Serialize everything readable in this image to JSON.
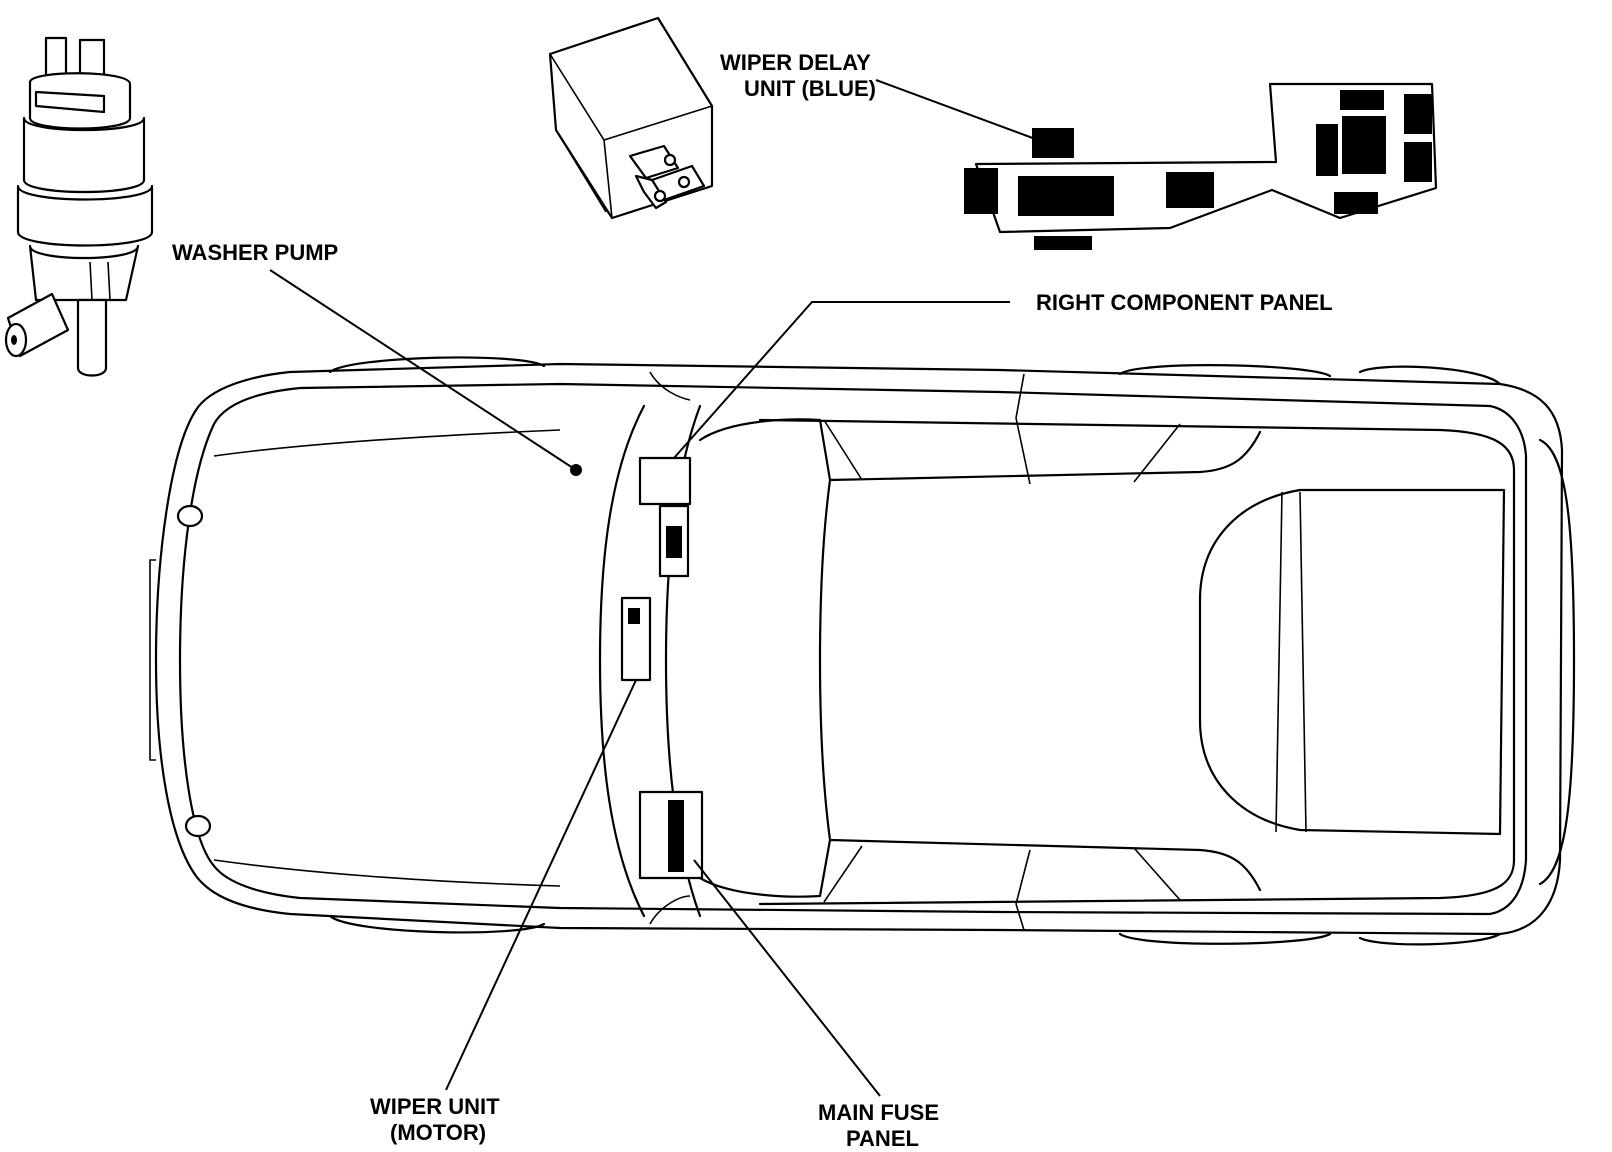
{
  "labels": {
    "wiper_delay_line1": "WIPER DELAY",
    "wiper_delay_line2": "UNIT (BLUE)",
    "washer_pump": "WASHER PUMP",
    "right_component_panel": "RIGHT COMPONENT PANEL",
    "wiper_unit_line1": "WIPER UNIT",
    "wiper_unit_line2": "(MOTOR)",
    "main_fuse_line1": "MAIN FUSE",
    "main_fuse_line2": "PANEL"
  },
  "icons": [
    "washer-pump-icon",
    "relay-icon",
    "component-panel-icon",
    "car-top-view-icon"
  ],
  "colors": {
    "ink": "#000000",
    "paper": "#ffffff"
  }
}
